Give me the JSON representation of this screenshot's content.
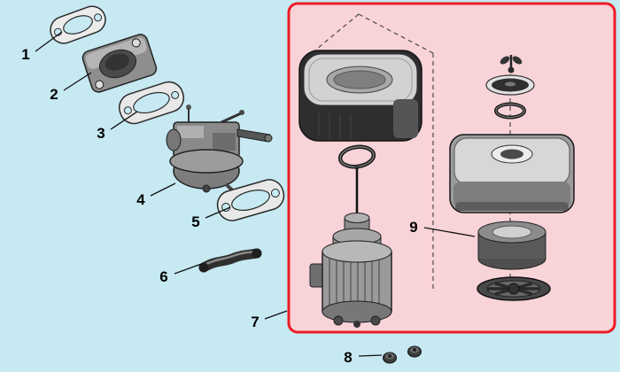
{
  "diagram": {
    "type": "exploded-parts-diagram",
    "colors": {
      "background": "#c6e9f2",
      "panel_fill": "#f8d3d8",
      "panel_border": "#ec1c24"
    },
    "highlight_panel": {
      "part": "air-cleaner-assembly-group"
    },
    "callouts": [
      {
        "number": "1",
        "part": "gasket-top"
      },
      {
        "number": "2",
        "part": "insulator-spacer"
      },
      {
        "number": "3",
        "part": "gasket-middle"
      },
      {
        "number": "4",
        "part": "carburetor-assembly"
      },
      {
        "number": "5",
        "part": "gasket-lower"
      },
      {
        "number": "6",
        "part": "breather-tube"
      },
      {
        "number": "7",
        "part": "air-cleaner-assembly"
      },
      {
        "number": "8",
        "part": "flange-nuts"
      },
      {
        "number": "9",
        "part": "air-filter-element"
      }
    ]
  }
}
